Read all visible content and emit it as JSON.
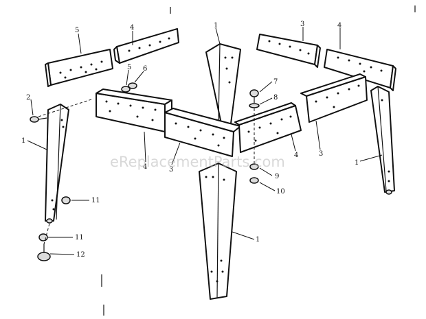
{
  "watermark": "eReplacementParts.com",
  "callouts": {
    "n1_center_top": "1",
    "n5_top_left": "5",
    "n4_top_left": "4",
    "n3_top_right": "3",
    "n4_top_right": "4",
    "n5_hw": "5",
    "n6_hw": "6",
    "n7": "7",
    "n8": "8",
    "n2": "2",
    "n1_left": "1",
    "n4_mid_left": "4",
    "n3_mid_center": "3",
    "n4_mid_right": "4",
    "n3_mid_right": "3",
    "n1_right": "1",
    "n9": "9",
    "n10": "10",
    "n11_upper": "11",
    "n11_lower": "11",
    "n12": "12",
    "n1_bottom": "1"
  }
}
